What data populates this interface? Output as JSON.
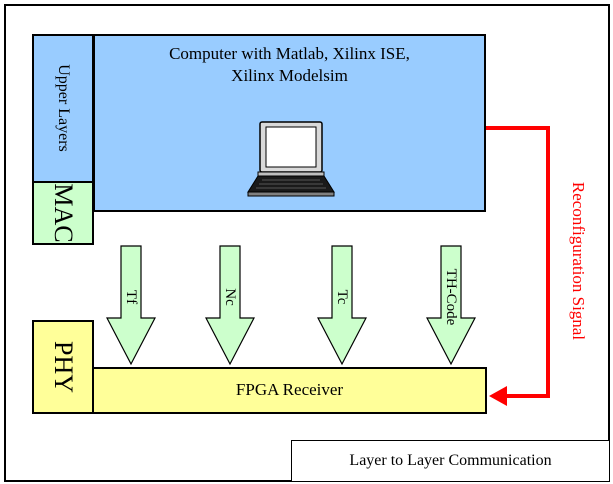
{
  "diagram": {
    "upper_layers_label": "Upper Layers",
    "mac_label": "MAC",
    "phy_label": "PHY",
    "computer_label_line1": "Computer with Matlab, Xilinx ISE,",
    "computer_label_line2": "Xilinx Modelsim",
    "fpga_label": "FPGA Receiver",
    "reconfiguration_label": "Reconfiguration Signal",
    "legend_label": "Layer to Layer Communication",
    "arrows": [
      {
        "label": "Tf"
      },
      {
        "label": "Nc"
      },
      {
        "label": "Tc"
      },
      {
        "label": "TH-Code"
      }
    ]
  },
  "colors": {
    "blue_fill": "#99ccff",
    "green_fill": "#ccffcc",
    "yellow_fill": "#ffff99",
    "signal_red": "#ff0000"
  },
  "icons": [
    "laptop-icon"
  ]
}
